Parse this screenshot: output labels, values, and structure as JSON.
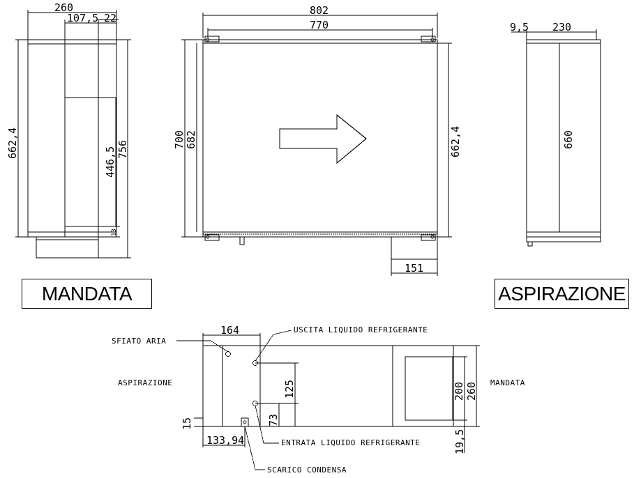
{
  "views": {
    "side_left": {
      "dims": {
        "width_total": "260",
        "width_inner": "107,5",
        "width_small": "22",
        "height_outer": "662,4",
        "height_opening": "446,5",
        "height_total": "756",
        "foot": "13"
      },
      "caption": "MANDATA"
    },
    "front": {
      "dims": {
        "width_total": "802",
        "width_holes": "770",
        "height_total": "700",
        "height_inner": "682",
        "height_right": "662,4",
        "foot_width": "151"
      }
    },
    "side_right": {
      "dims": {
        "offset": "9,5",
        "width": "230",
        "height": "660"
      },
      "caption": "ASPIRAZIONE"
    },
    "plan": {
      "dims": {
        "left_width": "164",
        "pipe_gap": "125",
        "pipe_low": "73",
        "opening_h": "200",
        "height_total": "260",
        "bottom_left": "15",
        "drain_offset": "133,94",
        "bottom_right": "19,5"
      },
      "labels": {
        "sfiato": "SFIATO ARIA",
        "uscita": "USCITA LIQUIDO REFRIGERANTE",
        "entrata": "ENTRATA LIQUIDO REFRIGERANTE",
        "scarico": "SCARICO CONDENSA",
        "aspirazione": "ASPIRAZIONE",
        "mandata": "MANDATA"
      }
    }
  }
}
